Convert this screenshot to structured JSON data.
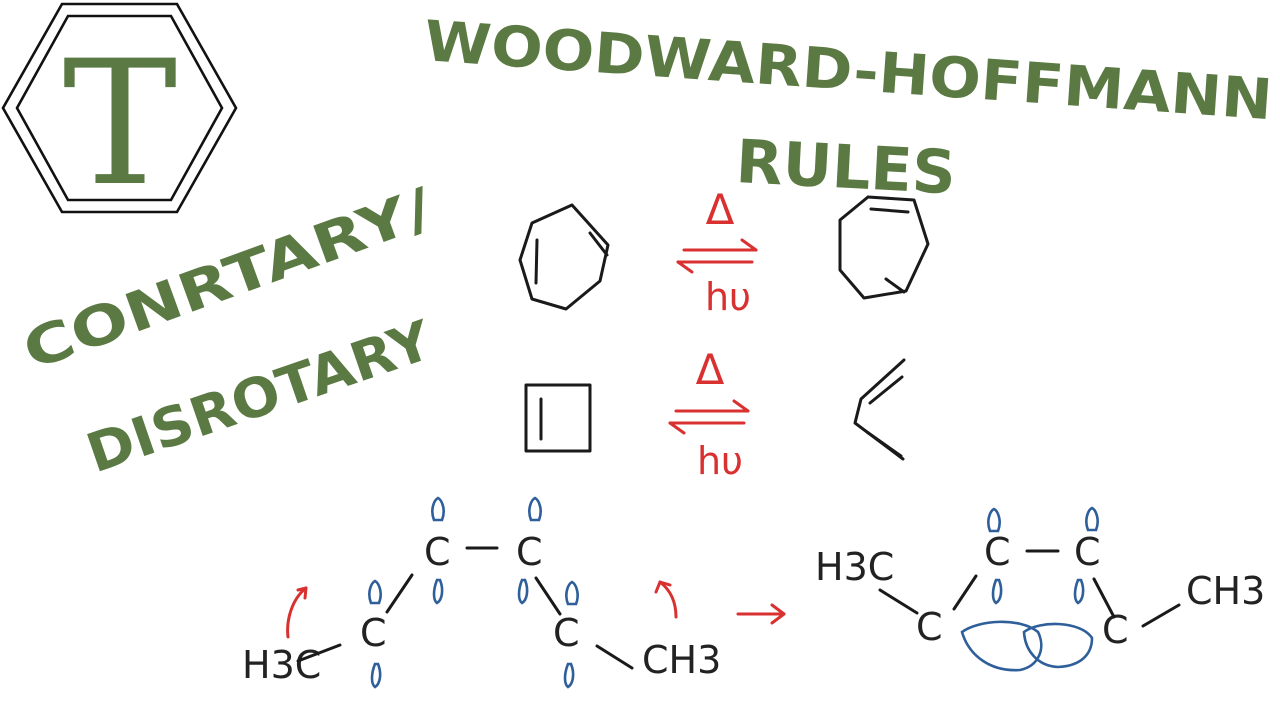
{
  "logo": {
    "letter": "T"
  },
  "title": {
    "line1": "WOODWARD-HOFFMANN",
    "line2": "RULES"
  },
  "side": {
    "line1": "CONRTARY/",
    "line2": "DISROTARY"
  },
  "reaction1": {
    "top": "Δ",
    "bottom": "hυ"
  },
  "reaction2": {
    "top": "Δ",
    "bottom": "hυ"
  },
  "mechanism": {
    "left": {
      "carbon_label": "C",
      "h3c_left": "H3C",
      "ch3_right": "CH3"
    },
    "right": {
      "carbon_label": "C",
      "h3c_left": "H3C",
      "ch3_right": "CH3"
    }
  },
  "colors": {
    "green": "#5b7a43",
    "red": "#d93030",
    "blue": "#2f5f9a",
    "black": "#111111"
  }
}
